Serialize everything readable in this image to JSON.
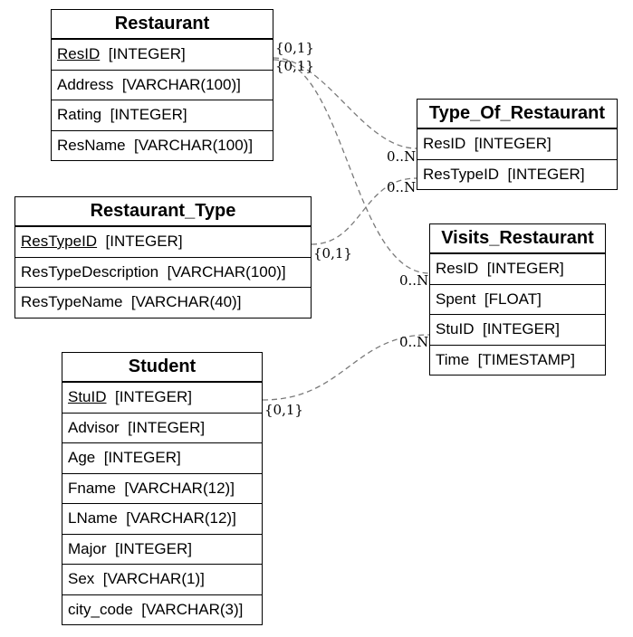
{
  "entities": {
    "restaurant": {
      "title": "Restaurant",
      "columns": [
        {
          "name": "ResID",
          "type": "[INTEGER]"
        },
        {
          "name": "Address",
          "type": "[VARCHAR(100)]"
        },
        {
          "name": "Rating",
          "type": "[INTEGER]"
        },
        {
          "name": "ResName",
          "type": "[VARCHAR(100)]"
        }
      ]
    },
    "restaurant_type": {
      "title": "Restaurant_Type",
      "columns": [
        {
          "name": "ResTypeID",
          "type": "[INTEGER]"
        },
        {
          "name": "ResTypeDescription",
          "type": "[VARCHAR(100)]"
        },
        {
          "name": "ResTypeName",
          "type": "[VARCHAR(40)]"
        }
      ]
    },
    "student": {
      "title": "Student",
      "columns": [
        {
          "name": "StuID",
          "type": "[INTEGER]"
        },
        {
          "name": "Advisor",
          "type": "[INTEGER]"
        },
        {
          "name": "Age",
          "type": "[INTEGER]"
        },
        {
          "name": "Fname",
          "type": "[VARCHAR(12)]"
        },
        {
          "name": "LName",
          "type": "[VARCHAR(12)]"
        },
        {
          "name": "Major",
          "type": "[INTEGER]"
        },
        {
          "name": "Sex",
          "type": "[VARCHAR(1)]"
        },
        {
          "name": "city_code",
          "type": "[VARCHAR(3)]"
        }
      ]
    },
    "type_of_restaurant": {
      "title": "Type_Of_Restaurant",
      "columns": [
        {
          "name": "ResID",
          "type": "[INTEGER]"
        },
        {
          "name": "ResTypeID",
          "type": "[INTEGER]"
        }
      ]
    },
    "visits_restaurant": {
      "title": "Visits_Restaurant",
      "columns": [
        {
          "name": "ResID",
          "type": "[INTEGER]"
        },
        {
          "name": "Spent",
          "type": "[FLOAT]"
        },
        {
          "name": "StuID",
          "type": "[INTEGER]"
        },
        {
          "name": "Time",
          "type": "[TIMESTAMP]"
        }
      ]
    }
  },
  "relationships": {
    "res_type_of_restaurant": {
      "from_card": "{0,1}",
      "to_card": "0..N"
    },
    "res_visits": {
      "from_card": "{0,1}",
      "to_card": "0..N"
    },
    "restype_type_of_restaurant": {
      "from_card": "{0,1}",
      "to_card": "0..N"
    },
    "stu_visits": {
      "from_card": "{0,1}",
      "to_card": "0..N"
    }
  },
  "colors": {
    "line": "#7a7a7a",
    "border": "#000000"
  }
}
